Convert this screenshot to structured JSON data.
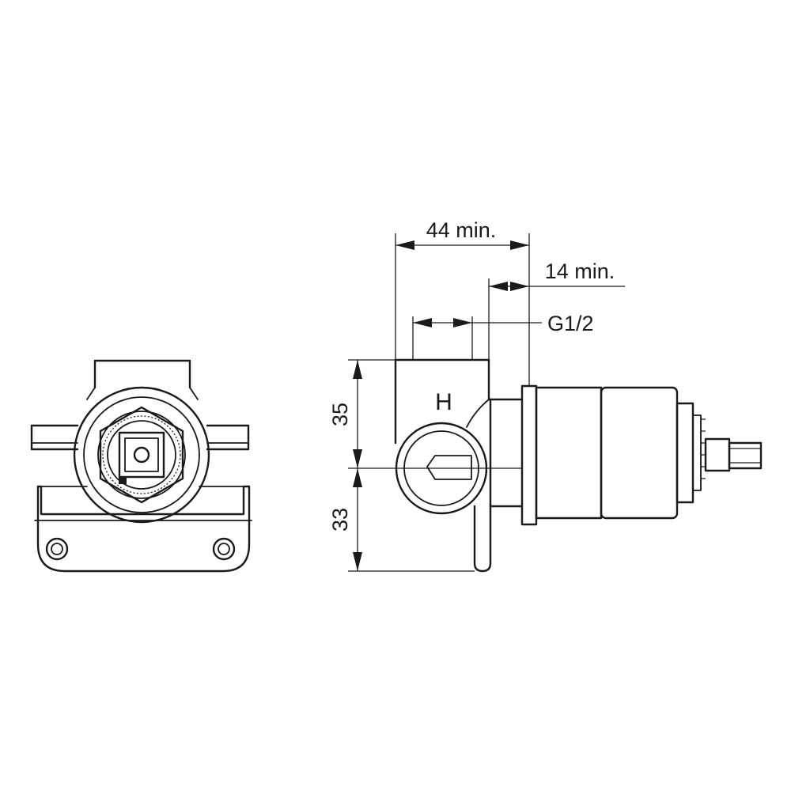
{
  "dimensions": {
    "width_top": "44 min.",
    "width_inner": "14 min.",
    "thread": "G1/2",
    "height_upper": "35",
    "height_lower": "33"
  },
  "markings": {
    "hot_port": "H"
  }
}
